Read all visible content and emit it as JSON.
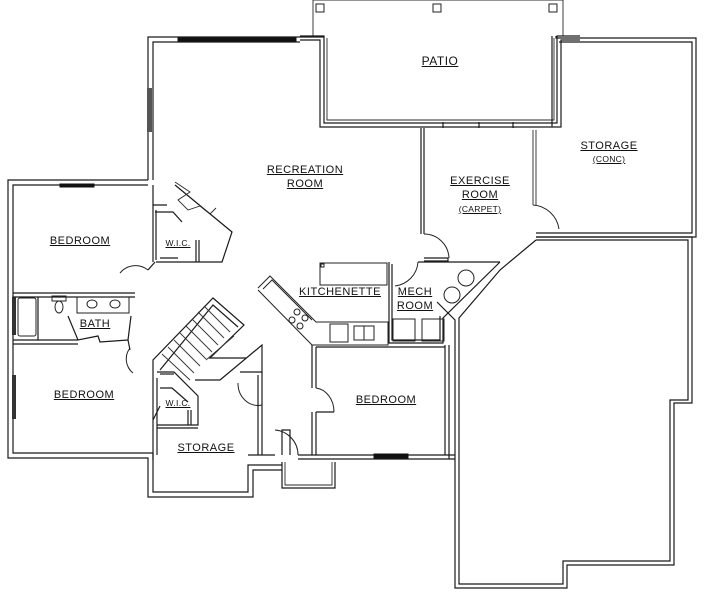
{
  "floor_plan": {
    "rooms": [
      {
        "id": "patio",
        "label": "PATIO"
      },
      {
        "id": "storage-conc",
        "label": "STORAGE",
        "sublabel": "(CONC)"
      },
      {
        "id": "recreation-room",
        "label": "RECREATION",
        "label2": "ROOM"
      },
      {
        "id": "exercise-room",
        "label": "EXERCISE",
        "label2": "ROOM",
        "sublabel": "(CARPET)"
      },
      {
        "id": "bedroom-1",
        "label": "BEDROOM"
      },
      {
        "id": "wic-1",
        "label": "W.I.C."
      },
      {
        "id": "bath",
        "label": "BATH"
      },
      {
        "id": "kitchenette",
        "label": "KITCHENETTE"
      },
      {
        "id": "mech-room",
        "label": "MECH",
        "label2": "ROOM"
      },
      {
        "id": "bedroom-2",
        "label": "BEDROOM"
      },
      {
        "id": "wic-2",
        "label": "W.I.C."
      },
      {
        "id": "storage",
        "label": "STORAGE"
      },
      {
        "id": "bedroom-3",
        "label": "BEDROOM"
      }
    ],
    "colors": {
      "line": "#1a1a1a",
      "background": "#ffffff"
    }
  }
}
